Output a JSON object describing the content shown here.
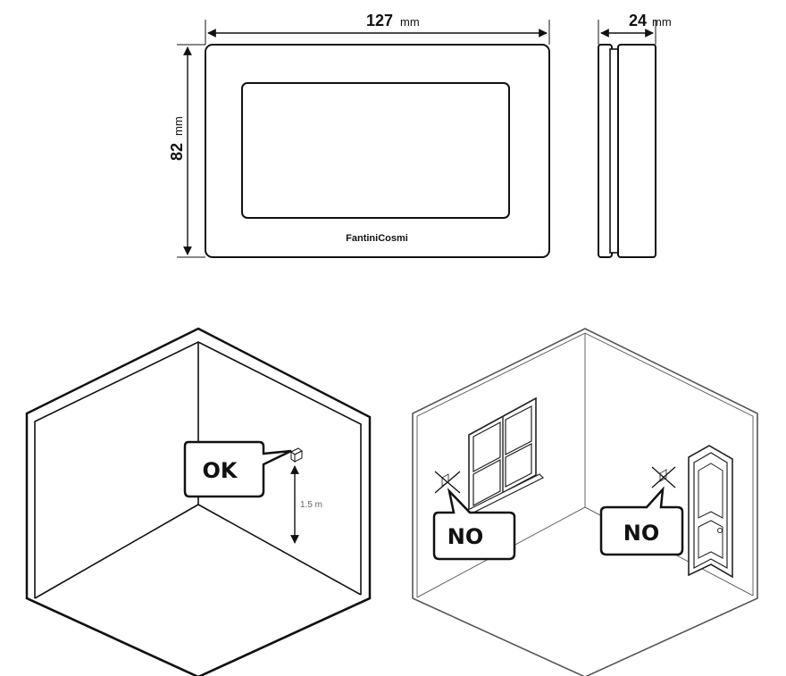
{
  "dimensions": {
    "width": {
      "value": "127",
      "unit": "mm"
    },
    "depth": {
      "value": "24",
      "unit": "mm"
    },
    "height": {
      "value": "82",
      "unit": "mm"
    }
  },
  "device": {
    "brand": "FantiniCosmi"
  },
  "room_ok": {
    "callout": "OK",
    "height_label": "1.5 m"
  },
  "room_no": {
    "window_callout": "NO",
    "door_callout": "NO"
  }
}
